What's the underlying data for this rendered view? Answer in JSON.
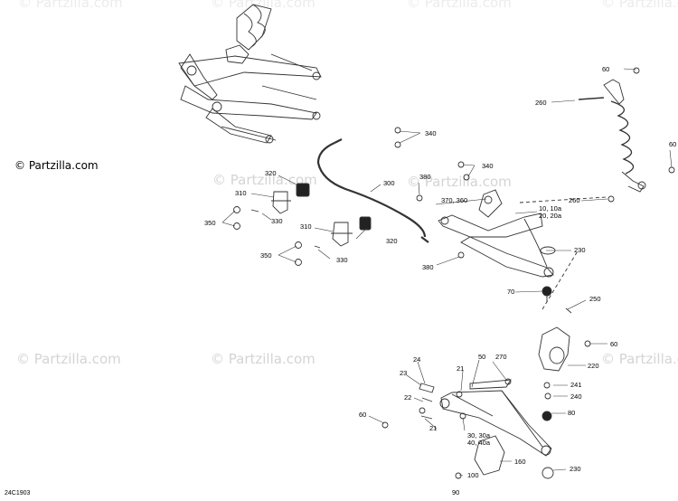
{
  "watermark": {
    "brand": "© Partzilla.com",
    "short": "© Partzilla.com"
  },
  "diagram_code": "24C1903",
  "callouts": {
    "c320a": "320",
    "c310a": "310",
    "c330a": "330",
    "c350a": "350",
    "c300": "300",
    "c310b": "310",
    "c320b": "320",
    "c350b": "350",
    "c330b": "330",
    "c340a": "340",
    "c380a": "380",
    "c340b": "340",
    "c370": "370, 360",
    "c10": "10, 10a",
    "c20": "20, 20a",
    "c380b": "380",
    "c230a": "230",
    "c70": "70",
    "c250": "250",
    "c60a": "60",
    "c260a": "260",
    "c60b": "60",
    "c260b": "260",
    "c24": "24",
    "c23": "23",
    "c21a": "21",
    "c50": "50",
    "c270": "270",
    "c60c": "60",
    "c220": "220",
    "c241": "241",
    "c240": "240",
    "c22": "22",
    "c80": "80",
    "c60d": "60",
    "c21b": "21",
    "c30": "30, 30a",
    "c40": "40, 40a",
    "c160": "160",
    "c100": "100",
    "c90": "90",
    "c230b": "230"
  }
}
